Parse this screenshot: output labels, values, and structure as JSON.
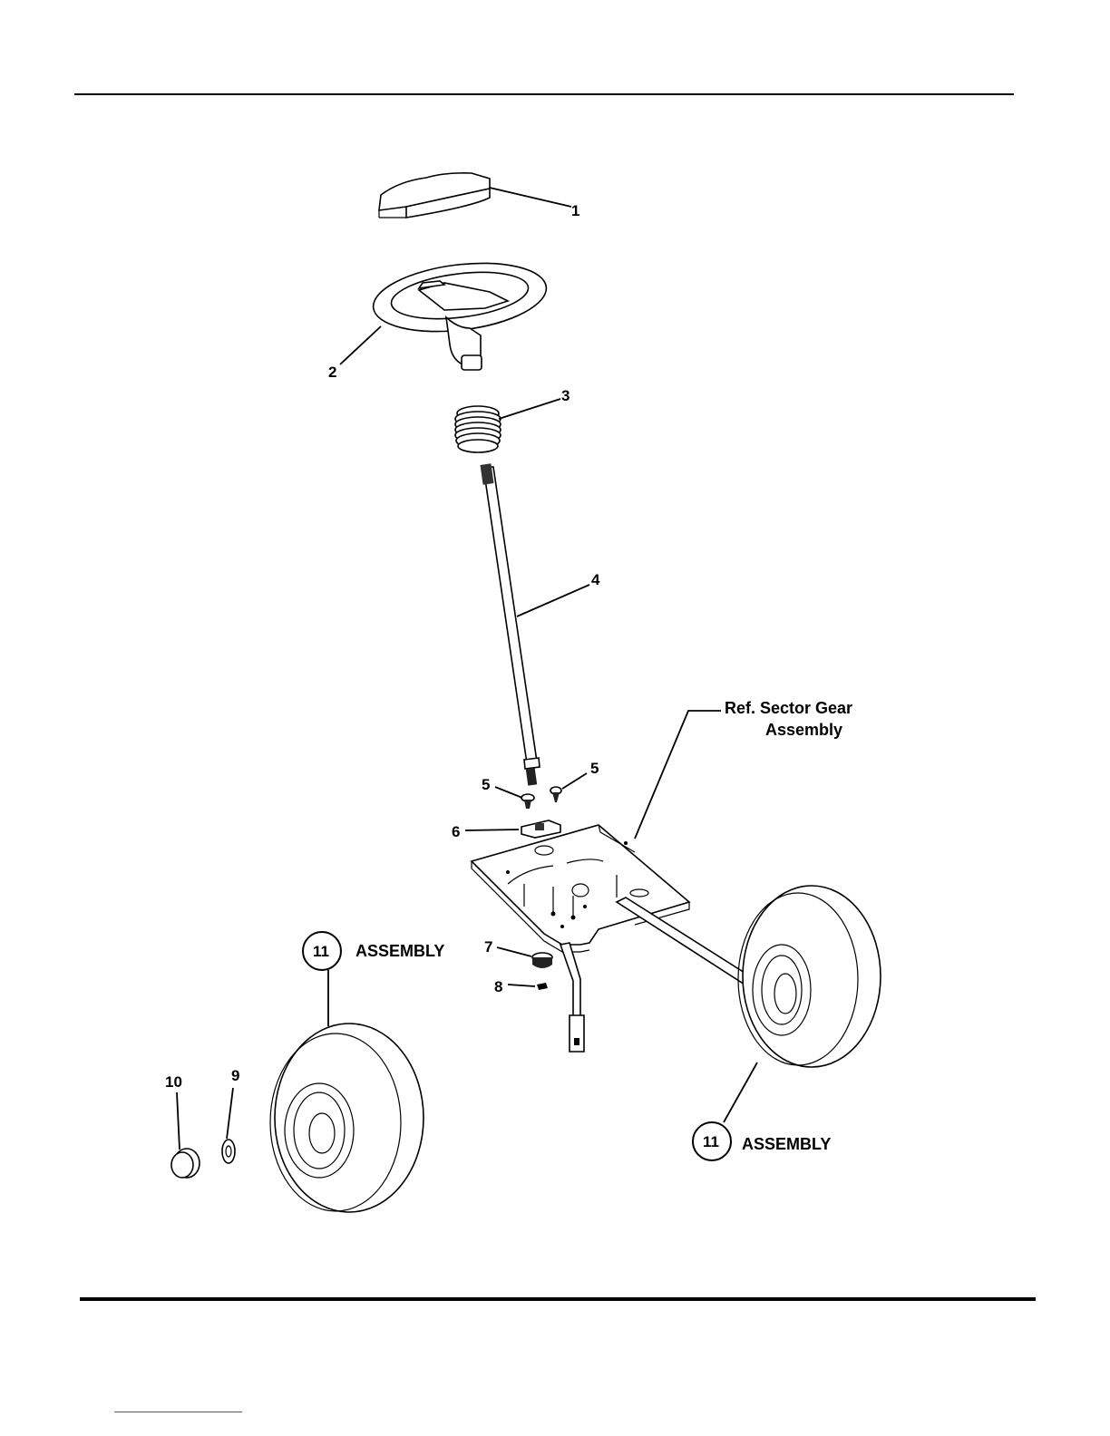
{
  "callouts": {
    "p1": "1",
    "p2": "2",
    "p3": "3",
    "p4": "4",
    "p5a": "5",
    "p5b": "5",
    "p6": "6",
    "p7": "7",
    "p8": "8",
    "p9": "9",
    "p10": "10",
    "p11a": "11",
    "p11b": "11"
  },
  "labels": {
    "ref_line1": "Ref. Sector Gear",
    "ref_line2": "Assembly",
    "assembly_left": "ASSEMBLY",
    "assembly_right": "ASSEMBLY"
  },
  "parts": [
    {
      "id": "1",
      "name": "steering-wheel-cap-icon"
    },
    {
      "id": "2",
      "name": "steering-wheel-icon"
    },
    {
      "id": "3",
      "name": "bellows-boot-icon"
    },
    {
      "id": "4",
      "name": "steering-shaft-icon"
    },
    {
      "id": "5",
      "name": "screw-icon"
    },
    {
      "id": "6",
      "name": "bracket-icon"
    },
    {
      "id": "7",
      "name": "bushing-icon"
    },
    {
      "id": "8",
      "name": "pin-icon"
    },
    {
      "id": "9",
      "name": "washer-icon"
    },
    {
      "id": "10",
      "name": "hub-cap-icon"
    },
    {
      "id": "11",
      "name": "wheel-assembly-icon"
    }
  ]
}
